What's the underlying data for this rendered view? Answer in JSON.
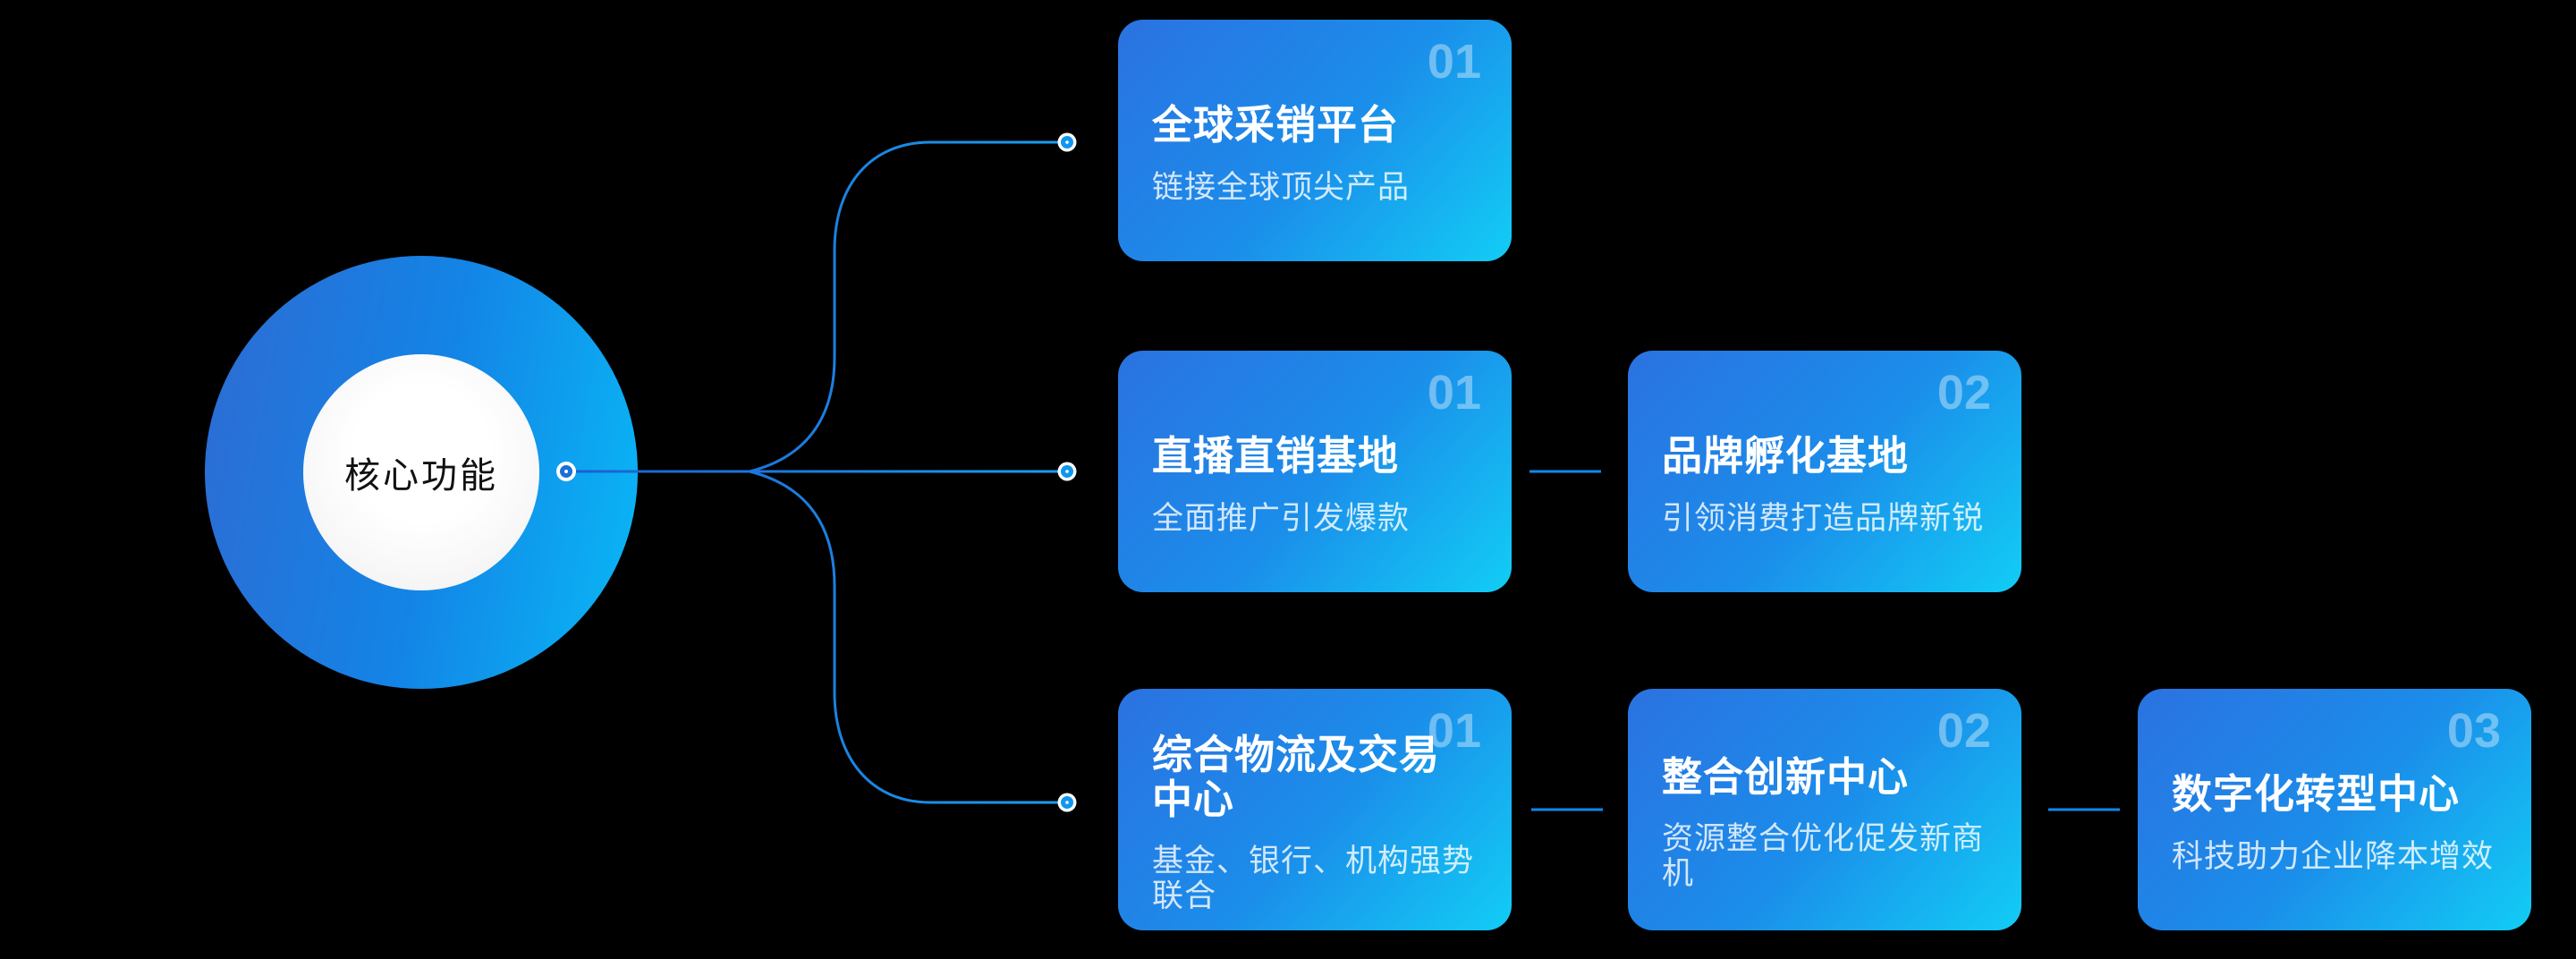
{
  "center": {
    "label": "核心功能"
  },
  "rows": [
    {
      "cards": [
        {
          "number": "01",
          "title": "全球采销平台",
          "subtitle": "链接全球顶尖产品"
        }
      ]
    },
    {
      "cards": [
        {
          "number": "01",
          "title": "直播直销基地",
          "subtitle": "全面推广引发爆款"
        },
        {
          "number": "02",
          "title": "品牌孵化基地",
          "subtitle": "引领消费打造品牌新锐"
        }
      ]
    },
    {
      "cards": [
        {
          "number": "01",
          "title": "综合物流及交易中心",
          "subtitle": "基金、银行、机构强势联合"
        },
        {
          "number": "02",
          "title": "整合创新中心",
          "subtitle": "资源整合优化促发新商机"
        },
        {
          "number": "03",
          "title": "数字化转型中心",
          "subtitle": "科技助力企业降本增效"
        }
      ]
    }
  ],
  "colors": {
    "background": "#000000",
    "card_gradient_start": "#2b72e1",
    "card_gradient_end": "#12cdf5",
    "hub_gradient_start": "#2e6bd3",
    "hub_gradient_end": "#09b9f6",
    "line_start": "#1c5ecf",
    "line_end": "#1a9ff0",
    "inter_card_line": "#1287ea",
    "number_text": "rgba(255,255,255,0.38)",
    "subtitle_text": "rgba(255,255,255,0.80)",
    "title_text": "#ffffff",
    "hub_label_text": "#111111"
  }
}
